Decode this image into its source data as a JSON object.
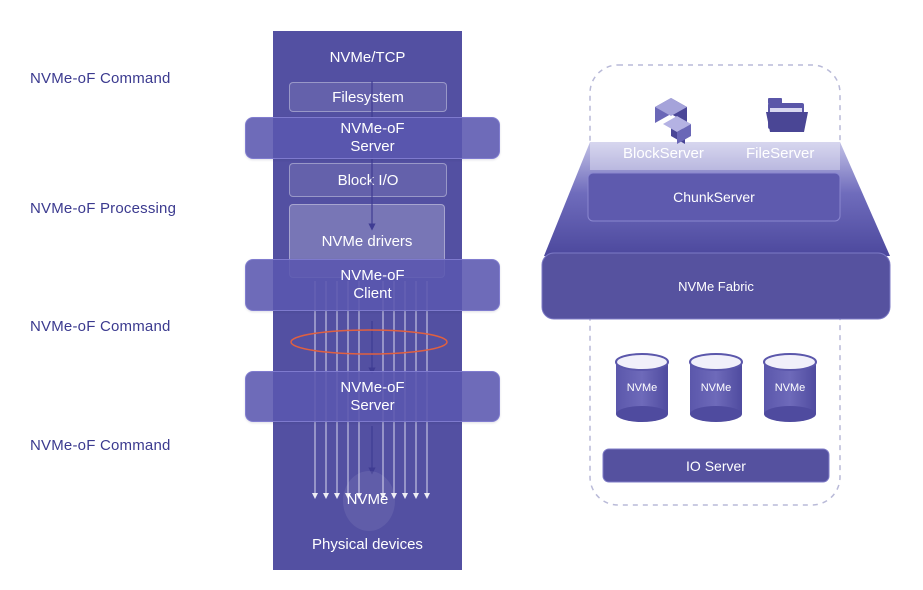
{
  "left_labels": {
    "cmd1": "NVMe-oF Command",
    "processing": "NVMe-oF Processing",
    "cmd2": "NVMe-oF Command",
    "cmd3": "NVMe-oF Command"
  },
  "stack": {
    "top": "NVMe/TCP",
    "filesystem": "Filesystem",
    "server1": [
      "NVMe-oF",
      "Server"
    ],
    "block_io": "Block I/O",
    "drivers": "NVMe drivers",
    "client": [
      "NVMe-oF",
      "Client"
    ],
    "server2": [
      "NVMe-oF",
      "Server"
    ],
    "nvme": "NVMe",
    "physical": "Physical devices"
  },
  "right": {
    "block_server": "BlockServer",
    "file_server": "FileServer",
    "chunk_server": "ChunkServer",
    "fabric": "NVMe Fabric",
    "nvme_disks": [
      "NVMe",
      "NVMe",
      "NVMe"
    ],
    "io_server": "IO Server"
  },
  "colors": {
    "primary": "#5350a2",
    "label_text": "#3b3a8f",
    "accent_ring": "#e06040",
    "dash": "#b9bad8"
  }
}
